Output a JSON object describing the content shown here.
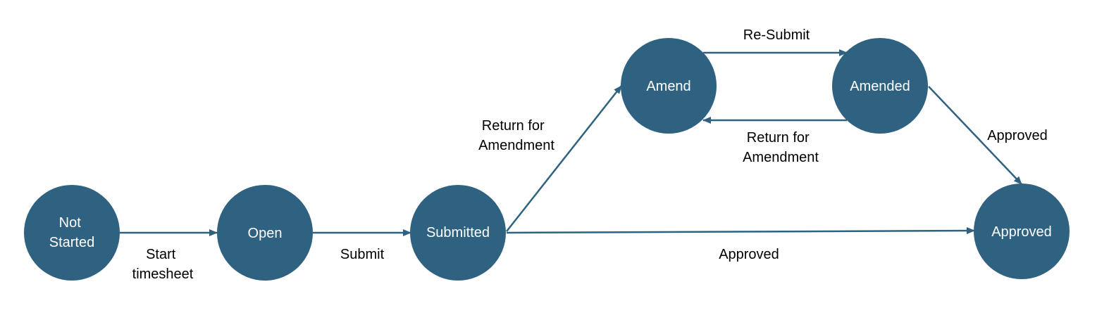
{
  "diagram": {
    "type": "state-flow",
    "colors": {
      "node_fill": "#2f6281",
      "node_text": "#ffffff",
      "edge": "#2f6281",
      "edge_label": "#000000"
    },
    "nodes": {
      "not_started": {
        "line1": "Not",
        "line2": "Started"
      },
      "open": {
        "label": "Open"
      },
      "submitted": {
        "label": "Submitted"
      },
      "amend": {
        "label": "Amend"
      },
      "amended": {
        "label": "Amended"
      },
      "approved": {
        "label": "Approved"
      }
    },
    "edges": {
      "start": {
        "from": "Not Started",
        "to": "Open",
        "line1": "Start",
        "line2": "timesheet"
      },
      "submit": {
        "from": "Open",
        "to": "Submitted",
        "label": "Submit"
      },
      "return_from_submitted": {
        "from": "Submitted",
        "to": "Amend",
        "line1": "Return for",
        "line2": "Amendment"
      },
      "resubmit": {
        "from": "Amend",
        "to": "Amended",
        "label": "Re-Submit"
      },
      "return_from_amended": {
        "from": "Amended",
        "to": "Amend",
        "line1": "Return for",
        "line2": "Amendment"
      },
      "approved_from_amended": {
        "from": "Amended",
        "to": "Approved",
        "label": "Approved"
      },
      "approved_from_submitted": {
        "from": "Submitted",
        "to": "Approved",
        "label": "Approved"
      }
    }
  }
}
